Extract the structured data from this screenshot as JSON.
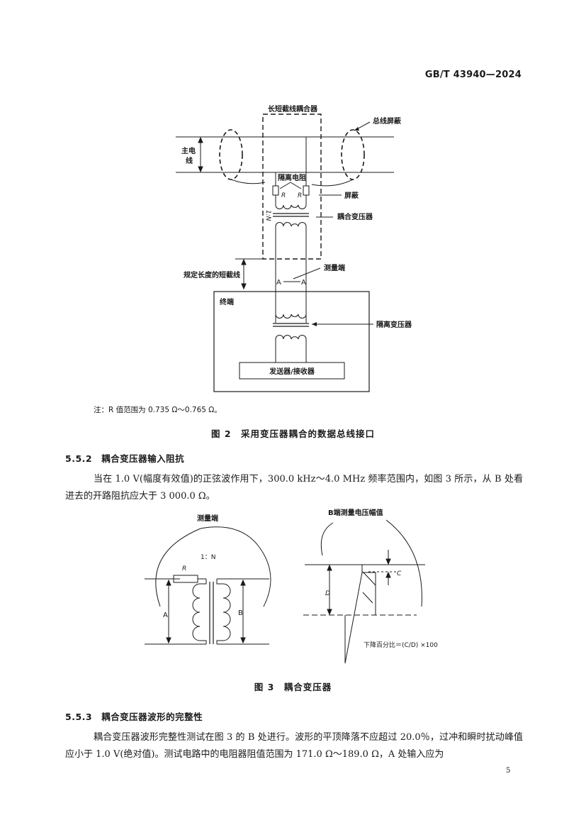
{
  "header": {
    "standard_code": "GB/T 43940—2024"
  },
  "figure2": {
    "labels": {
      "coupler": "长短截线耦合器",
      "bus_shield": "总线屏蔽",
      "main_line_1": "主电",
      "main_line_2": "线",
      "isolation_resistor": "隔离电阻",
      "r_left": "R",
      "r_right": "R",
      "shield": "屏蔽",
      "ratio": "1:N",
      "coupling_transformer": "耦合变压器",
      "stub_length": "规定长度的短截线",
      "measure_point": "测量端",
      "a_left": "A",
      "a_right": "A",
      "terminal": "终端",
      "isolation_transformer": "隔离变压器",
      "transceiver": "发送器/接收器"
    },
    "note": "注：R 值范围为 0.735 Ω～0.765 Ω。",
    "caption": "图 2　采用变压器耦合的数据总线接口"
  },
  "section_552": {
    "title": "5.5.2　耦合变压器输入阻抗",
    "body": "当在 1.0 V(幅度有效值)的正弦波作用下，300.0 kHz～4.0 MHz 频率范围内，如图 3 所示，从 B 处看进去的开路阻抗应大于 3 000.0 Ω。"
  },
  "figure3": {
    "labels": {
      "measure_point": "测量端",
      "ratio": "1：N",
      "r": "R",
      "a": "A",
      "b": "B",
      "b_voltage_amplitude": "B端测量电压幅值",
      "c": "C",
      "d": "D",
      "droop_formula": "下降百分比＝(C/D) ×100"
    },
    "caption": "图 3　耦合变压器"
  },
  "section_553": {
    "title": "5.5.3　耦合变压器波形的完整性",
    "body": "耦合变压器波形完整性测试在图 3 的 B 处进行。波形的平顶降落不应超过 20.0％，过冲和瞬时扰动峰值应小于 1.0 V(绝对值)。测试电路中的电阻器阻值范围为 171.0 Ω～189.0 Ω，A 处输入应为"
  },
  "footer": {
    "page_number": "5"
  }
}
